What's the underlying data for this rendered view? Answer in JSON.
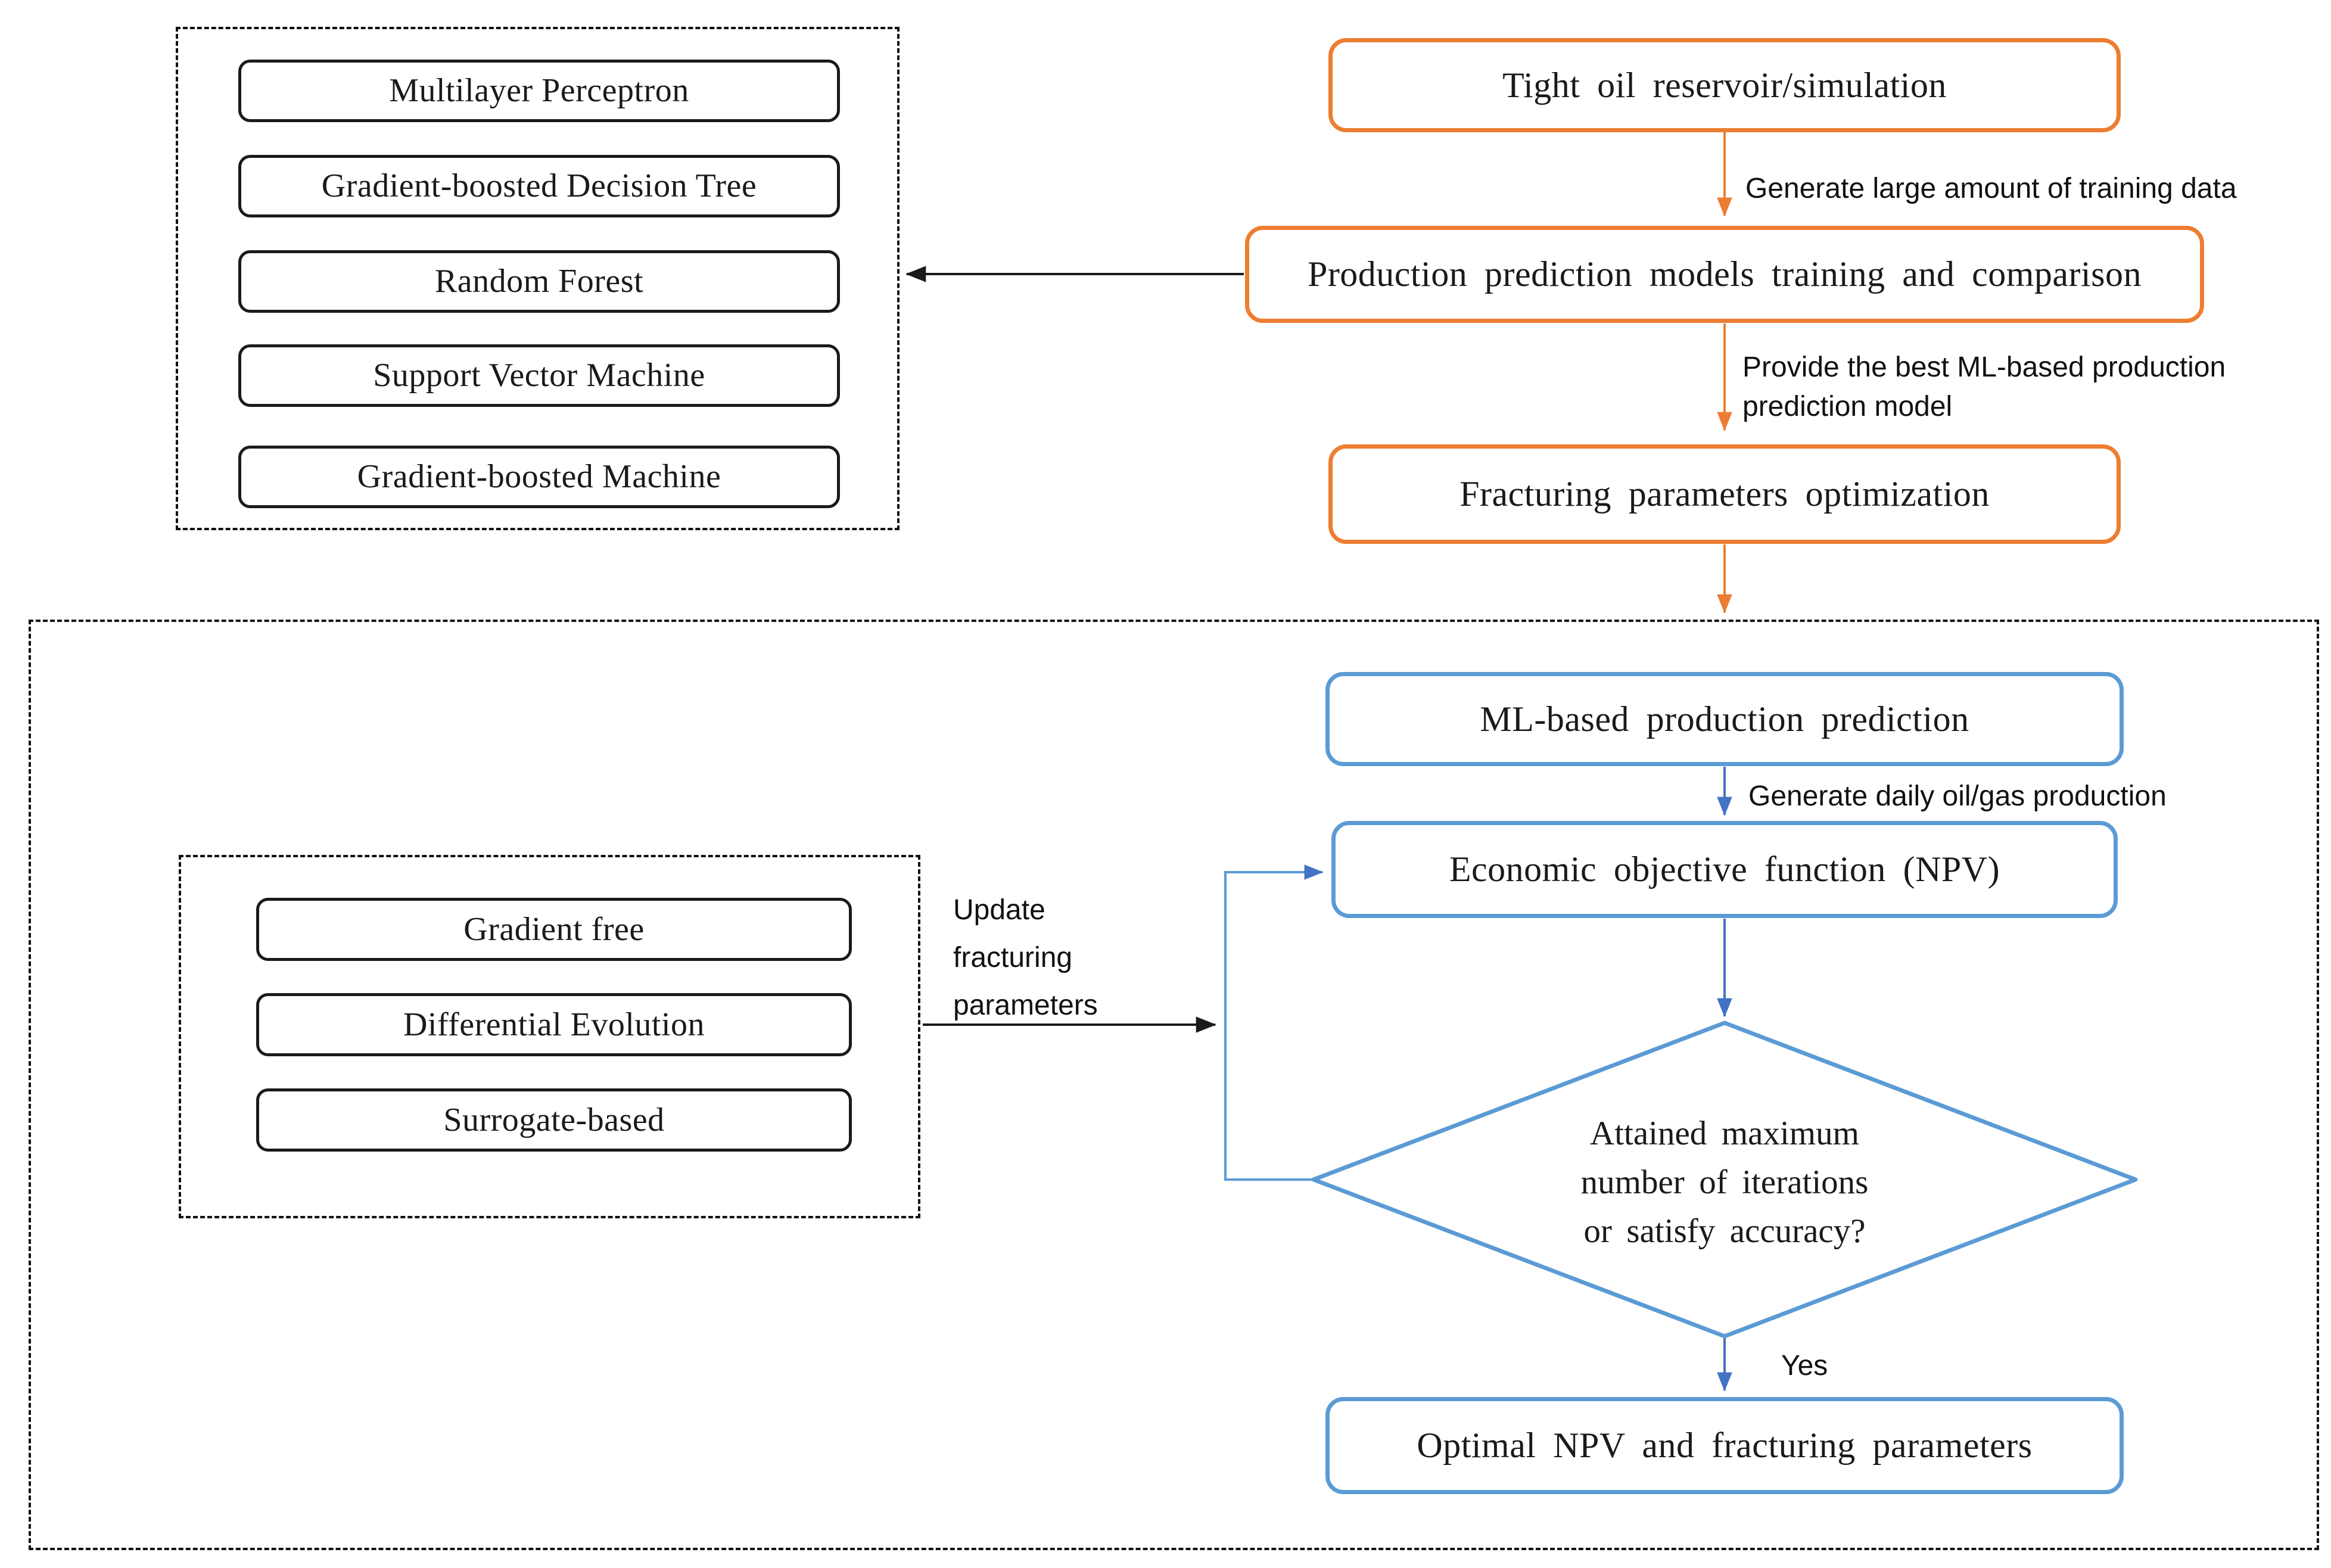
{
  "colors": {
    "orange": "#ED7D31",
    "box_blue": "#5B9BD5",
    "arrow_blue": "#4472C4",
    "black": "#1A1A1A"
  },
  "ml_models_panel": {
    "items": [
      "Multilayer Perceptron",
      "Gradient-boosted Decision Tree",
      "Random Forest",
      "Support Vector Machine",
      "Gradient-boosted Machine"
    ]
  },
  "workflow": {
    "tight_oil_box": "Tight oil reservoir/simulation",
    "generate_training_label": "Generate large amount of training data",
    "models_training_box": "Production prediction models training and comparison",
    "provide_model_label": [
      "Provide the best ML-based production",
      "prediction model"
    ],
    "frac_opt_box": "Fracturing parameters optimization"
  },
  "optimization": {
    "ml_prediction_box": "ML-based production prediction",
    "generate_daily_label": "Generate daily oil/gas production",
    "npv_box": "Economic objective function (NPV)",
    "decision": [
      "Attained maximum",
      "number of iterations",
      "or satisfy accuracy?"
    ],
    "yes_label": "Yes",
    "optimal_box": "Optimal NPV and fracturing parameters",
    "update_label": [
      "Update",
      "fracturing",
      "parameters"
    ]
  },
  "optimizers_panel": {
    "items": [
      "Gradient free",
      "Differential Evolution",
      "Surrogate-based"
    ]
  }
}
